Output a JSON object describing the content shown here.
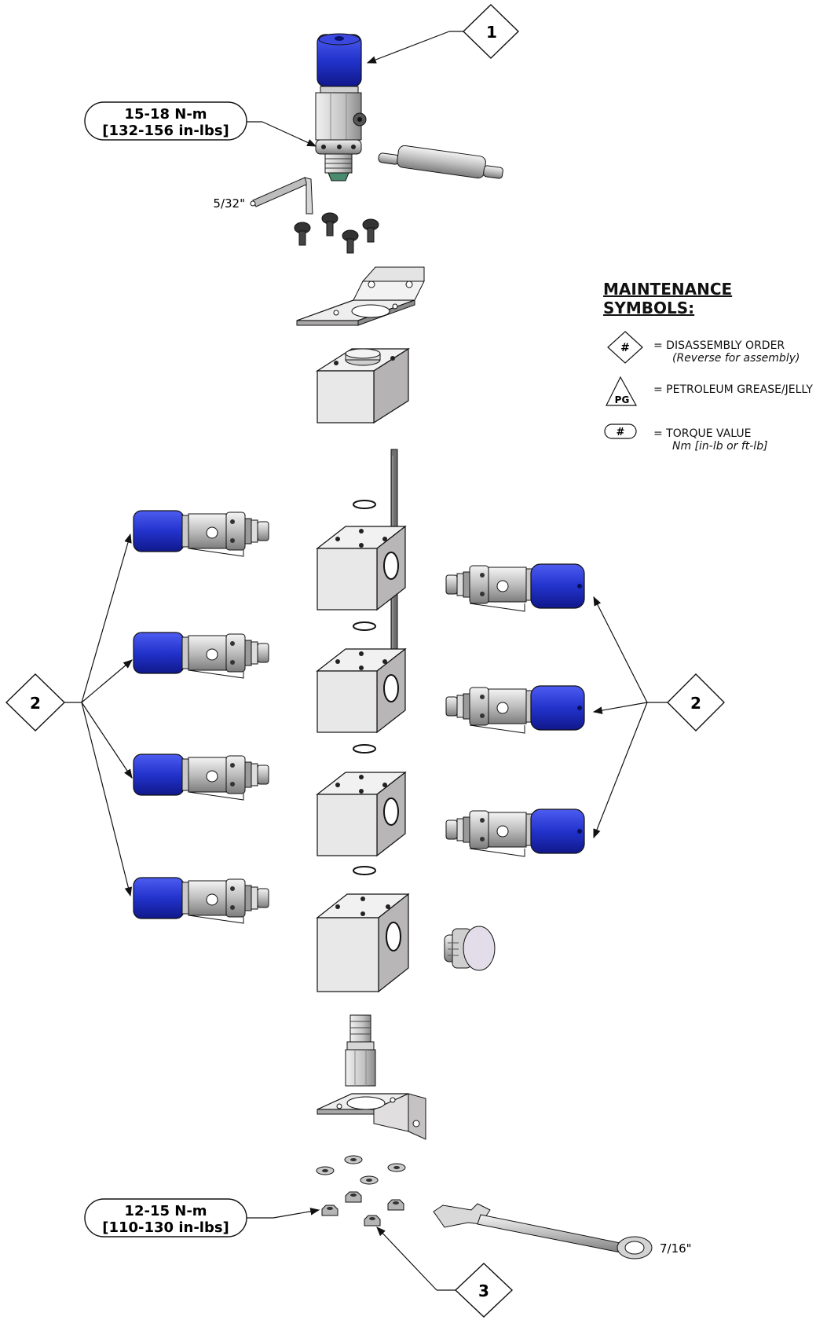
{
  "callouts": {
    "c1": "1",
    "c2_left": "2",
    "c2_right": "2",
    "c3": "3"
  },
  "torque": {
    "top_line1": "15-18 N-m",
    "top_line2": "[132-156 in-lbs]",
    "bottom_line1": "12-15 N-m",
    "bottom_line2": "[110-130 in-lbs]"
  },
  "tools": {
    "hex_key_size": "5/32\"",
    "wrench_size": "7/16\""
  },
  "legend": {
    "title": "MAINTENANCE SYMBOLS:",
    "disassembly_symbol": "#",
    "disassembly_text": "= DISASSEMBLY ORDER",
    "disassembly_sub": "(Reverse for assembly)",
    "pg_symbol": "PG",
    "pg_text": "= PETROLEUM GREASE/JELLY",
    "torque_symbol": "#",
    "torque_text": "= TORQUE VALUE",
    "torque_sub": "Nm [in-lb or ft-lb]"
  },
  "colors": {
    "blue_cap": "#2233cc",
    "block_gray": "#e8e6e6",
    "metal": "#c9c9c9",
    "line": "#111111"
  }
}
